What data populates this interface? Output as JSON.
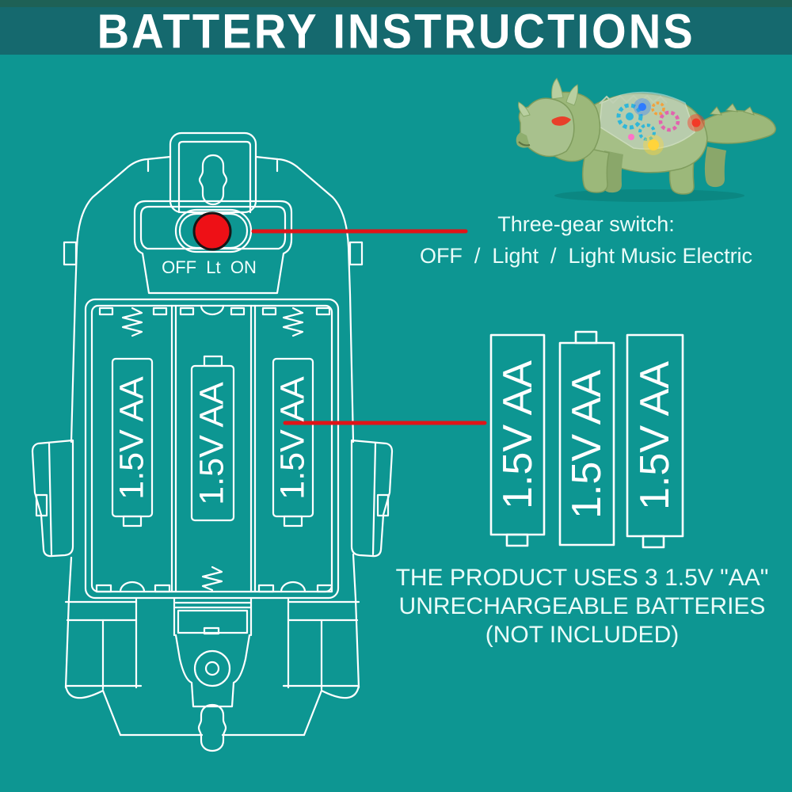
{
  "banner": {
    "title": "BATTERY INSTRUCTIONS"
  },
  "colors": {
    "background": "#0d9692",
    "banner": "#15696e",
    "accent_red": "#e01418",
    "outline_white": "#ffffff",
    "text_light": "#eafcf9",
    "dino_green": "#a5bf86"
  },
  "switch_diagram": {
    "positions_label": "OFF  Lt  ON"
  },
  "switch_annotation": {
    "title": "Three-gear switch:",
    "modes": "OFF  /  Light  /  Light Music Electric"
  },
  "battery_compartment": {
    "batteries": [
      {
        "label": "1.5V AA"
      },
      {
        "label": "1.5V AA"
      },
      {
        "label": "1.5V AA"
      }
    ]
  },
  "battery_panel": {
    "count": 3,
    "batteries": [
      {
        "label": "1.5V AA"
      },
      {
        "label": "1.5V AA"
      },
      {
        "label": "1.5V AA"
      }
    ]
  },
  "battery_note": {
    "line1": "THE PRODUCT USES 3 1.5V \"AA\"",
    "line2": "UNRECHARGEABLE BATTERIES",
    "line3": "(NOT INCLUDED)"
  },
  "product_image": {
    "alt": "triceratops-gear-light-toy"
  }
}
